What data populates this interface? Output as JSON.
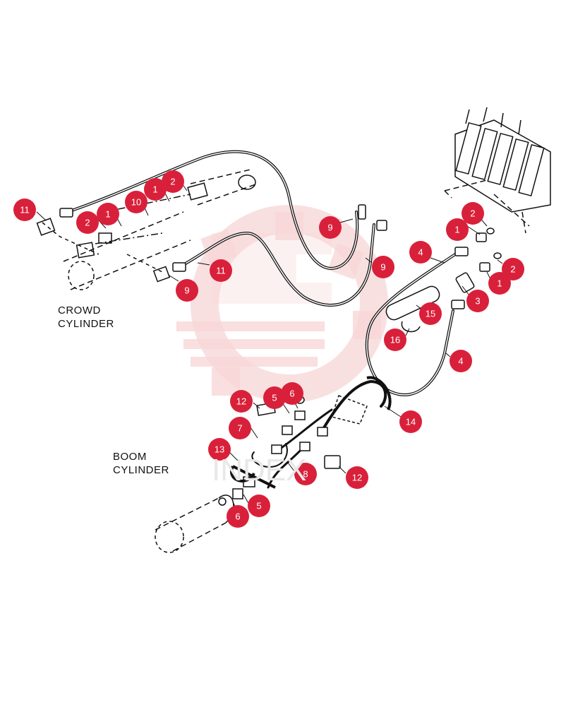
{
  "labels": {
    "crowd_line1": "CROWD",
    "crowd_line2": "CYLINDER",
    "boom_line1": "BOOM",
    "boom_line2": "CYLINDER"
  },
  "callouts": [
    "11",
    "2",
    "1",
    "10",
    "1",
    "2",
    "9",
    "9",
    "11",
    "9",
    "4",
    "2",
    "1",
    "1",
    "2",
    "3",
    "15",
    "16",
    "4",
    "12",
    "5",
    "6",
    "7",
    "13",
    "8",
    "12",
    "14",
    "6",
    "5"
  ],
  "colors": {
    "callout": "#d9203a",
    "line": "#111111",
    "watermark": "#f4c9c9"
  }
}
